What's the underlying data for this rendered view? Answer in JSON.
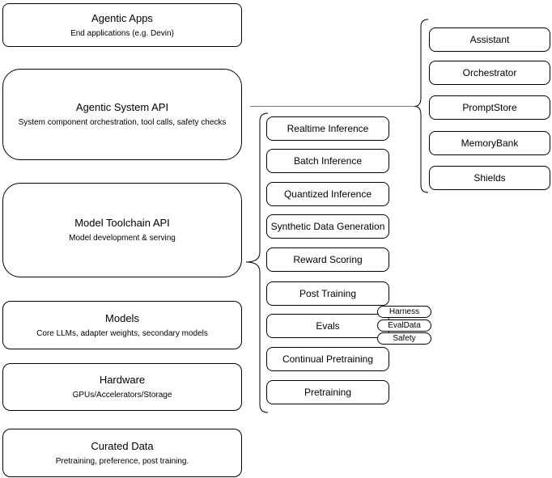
{
  "diagram": {
    "stroke_color": "#000000",
    "connector_color": "#777777",
    "background_color": "#ffffff"
  },
  "left_stack": [
    {
      "title": "Agentic Apps",
      "subtitle": "End applications (e.g. Devin)"
    },
    {
      "title": "Agentic System API",
      "subtitle": "System component orchestration, tool calls, safety checks"
    },
    {
      "title": "Model Toolchain API",
      "subtitle": "Model development & serving"
    },
    {
      "title": "Models",
      "subtitle": "Core LLMs, adapter weights, secondary models"
    },
    {
      "title": "Hardware",
      "subtitle": "GPUs/Accelerators/Storage"
    },
    {
      "title": "Curated Data",
      "subtitle": "Pretraining, preference, post training."
    }
  ],
  "toolchain_items": [
    "Realtime Inference",
    "Batch Inference",
    "Quantized Inference",
    "Synthetic Data Generation",
    "Reward Scoring",
    "Post Training",
    "Evals",
    "Continual Pretraining",
    "Pretraining"
  ],
  "eval_tags": [
    "Harness",
    "EvalData",
    "Safety"
  ],
  "system_components": [
    "Assistant",
    "Orchestrator",
    "PromptStore",
    "MemoryBank",
    "Shields"
  ]
}
